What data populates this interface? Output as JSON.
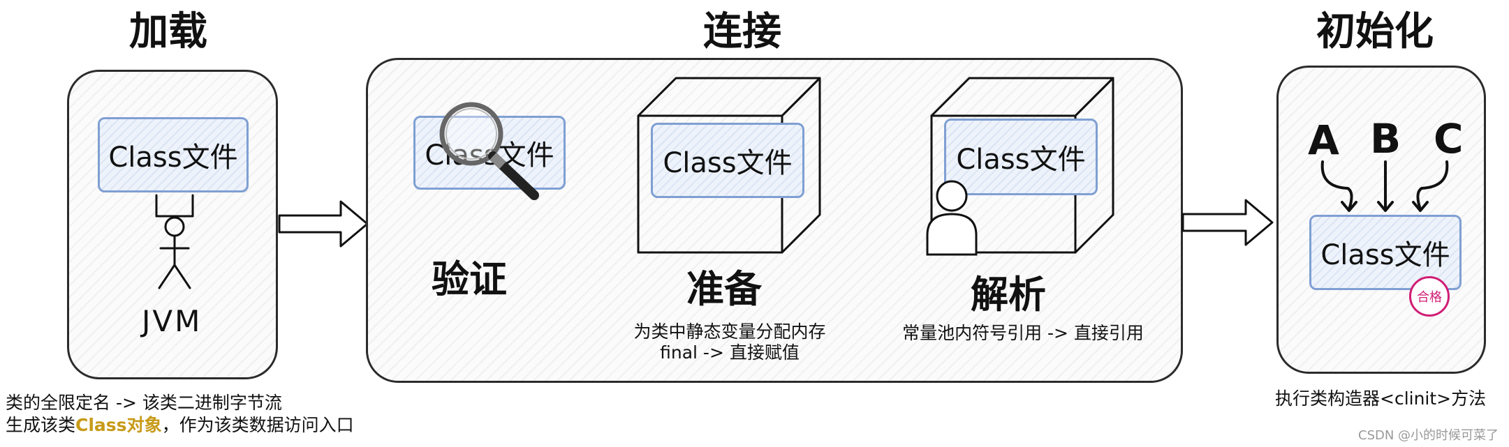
{
  "stages": {
    "load": {
      "title": "加载",
      "file_label": "Class文件",
      "actor_label": "JVM",
      "notes": {
        "line1": "类的全限定名 -> 该类二进制字节流",
        "line2_pre": "生成该类",
        "line2_highlight": "Class对象",
        "line2_post": "，作为该类数据访问入口"
      }
    },
    "link": {
      "title": "连接",
      "verify": {
        "title": "验证",
        "file_label": "Class文件"
      },
      "prepare": {
        "title": "准备",
        "file_label": "Class文件",
        "note_line1": "为类中静态变量分配内存",
        "note_line2": "final -> 直接赋值"
      },
      "resolve": {
        "title": "解析",
        "file_label": "Class文件",
        "note": "常量池内符号引用 -> 直接引用"
      }
    },
    "init": {
      "title": "初始化",
      "inputs": [
        "A",
        "B",
        "C"
      ],
      "file_label": "Class文件",
      "stamp": "合格",
      "note": "执行类构造器<clinit>方法"
    }
  },
  "watermark": "CSDN @小的时候可菜了",
  "colors": {
    "outline": "#2b2b2b",
    "file_border": "#7f9fd3",
    "file_fill": "#eef3fb",
    "highlight": "#c79a18",
    "stamp": "#d01d74"
  },
  "icons": [
    "magnifier-icon",
    "cube-icon",
    "person-icon",
    "stick-figure-icon",
    "arrow-right-icon",
    "arrow-down-icon"
  ]
}
